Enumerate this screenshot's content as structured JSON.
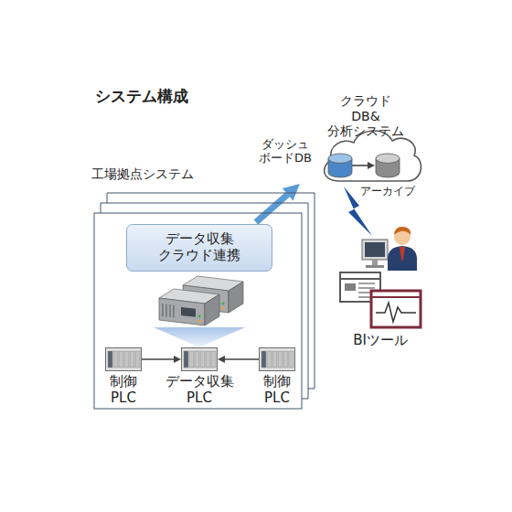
{
  "diagram": {
    "title": "システム構成",
    "nodes": [
      {
        "text": [
          "クラウド DB&分析システム"
        ]
      },
      {
        "text": [
          "ダッシュ ボードDB"
        ],
        "in": 0
      },
      {
        "text": [
          "アーカイブ"
        ],
        "in": 0
      },
      {
        "text": [
          "工場拠点システム"
        ]
      },
      {
        "text": [
          "データ収集 クラウド連携"
        ],
        "in": 3
      },
      {
        "text": [
          "制御 PLC"
        ],
        "in": 3
      },
      {
        "text": [
          "データ収集 PLC"
        ],
        "in": 3
      },
      {
        "text": [
          "制御 PLC"
        ],
        "in": 3
      },
      {
        "text": [
          "BIツール"
        ]
      }
    ],
    "edges": [
      {
        "from": 4,
        "to": 1,
        "arrow": "to"
      },
      {
        "from": 1,
        "to": 2,
        "arrow": "to"
      },
      {
        "from": 5,
        "to": 6,
        "arrow": "to"
      },
      {
        "from": 7,
        "to": 6,
        "arrow": "to"
      }
    ]
  }
}
